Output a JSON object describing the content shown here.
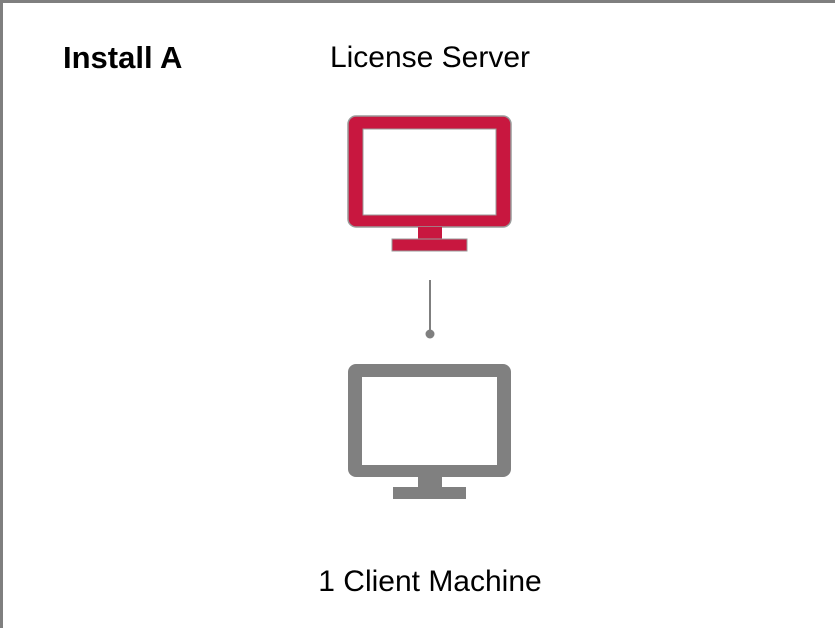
{
  "title": "Install A",
  "server": {
    "label": "License Server",
    "icon": "monitor-icon",
    "color": "#c8173f"
  },
  "client": {
    "label": "1 Client Machine",
    "icon": "monitor-icon",
    "color": "#808080"
  },
  "connector": {
    "color": "#7f7f7f"
  },
  "frame_color": "#7f7f7f"
}
